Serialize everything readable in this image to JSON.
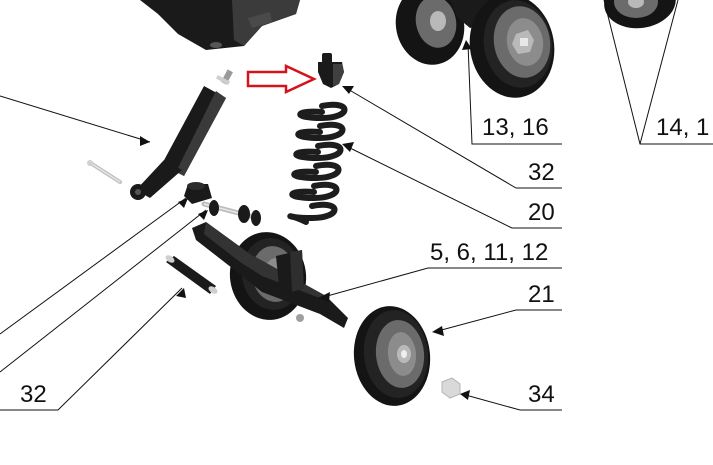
{
  "callouts": {
    "c1": "13, 16",
    "c2": "14, 1",
    "c3": "32",
    "c4": "20",
    "c5": "5, 6, 11, 12",
    "c6": "21",
    "c7": "32",
    "c8": "34"
  },
  "colors": {
    "arrow": "#d4141c",
    "ink": "#111111",
    "background": "#ffffff"
  }
}
